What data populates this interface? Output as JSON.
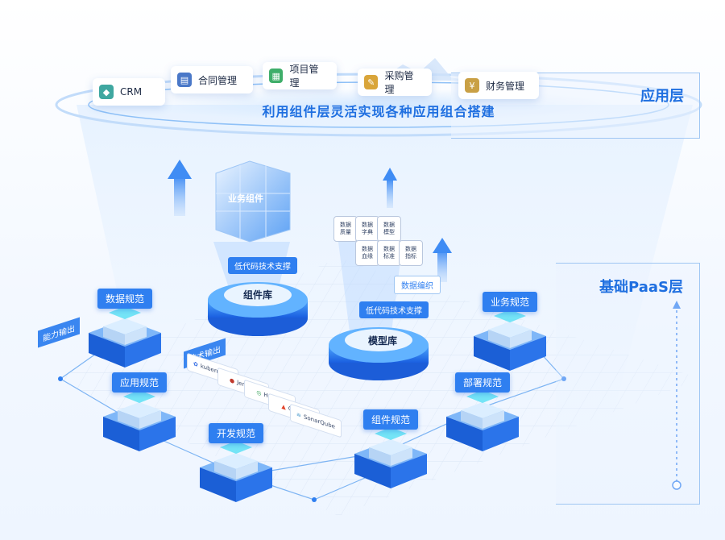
{
  "app_layer": {
    "title": "应用层",
    "slogan": "利用组件层灵活实现各种应用组合搭建",
    "apps": [
      {
        "label": "CRM",
        "icon": "crm-icon",
        "color": "#3fa7a0"
      },
      {
        "label": "合同管理",
        "icon": "contract-icon",
        "color": "#4a78c8"
      },
      {
        "label": "项目管理",
        "icon": "project-icon",
        "color": "#3fae6a"
      },
      {
        "label": "采购管理",
        "icon": "purchase-icon",
        "color": "#d9a53a"
      },
      {
        "label": "财务管理",
        "icon": "finance-icon",
        "color": "#c9a045"
      }
    ]
  },
  "paas_layer": {
    "title": "基础PaaS层"
  },
  "component": {
    "cube_label": "业务组件",
    "tag": "低代码技术支撑",
    "disc_label": "组件库"
  },
  "model": {
    "puzzle": [
      "数据\n质量",
      "数据\n字典",
      "数据\n模型",
      "数据\n血缘",
      "数据\n标准",
      "数据\n指标"
    ],
    "weave_tag": "数据编织",
    "tag": "低代码技术支撑",
    "disc_label": "模型库"
  },
  "outputs": {
    "ability": "能力输出",
    "tech": "技术输出"
  },
  "tech_logos": [
    "kubernetes",
    "Jenkins",
    "Harbor",
    "GitLab",
    "SonarQube"
  ],
  "specs": [
    {
      "label": "数据规范"
    },
    {
      "label": "应用规范"
    },
    {
      "label": "开发规范"
    },
    {
      "label": "组件规范"
    },
    {
      "label": "部署规范"
    },
    {
      "label": "业务规范"
    }
  ],
  "colors": {
    "accent": "#2f7ff0",
    "title": "#1f6fe0"
  }
}
